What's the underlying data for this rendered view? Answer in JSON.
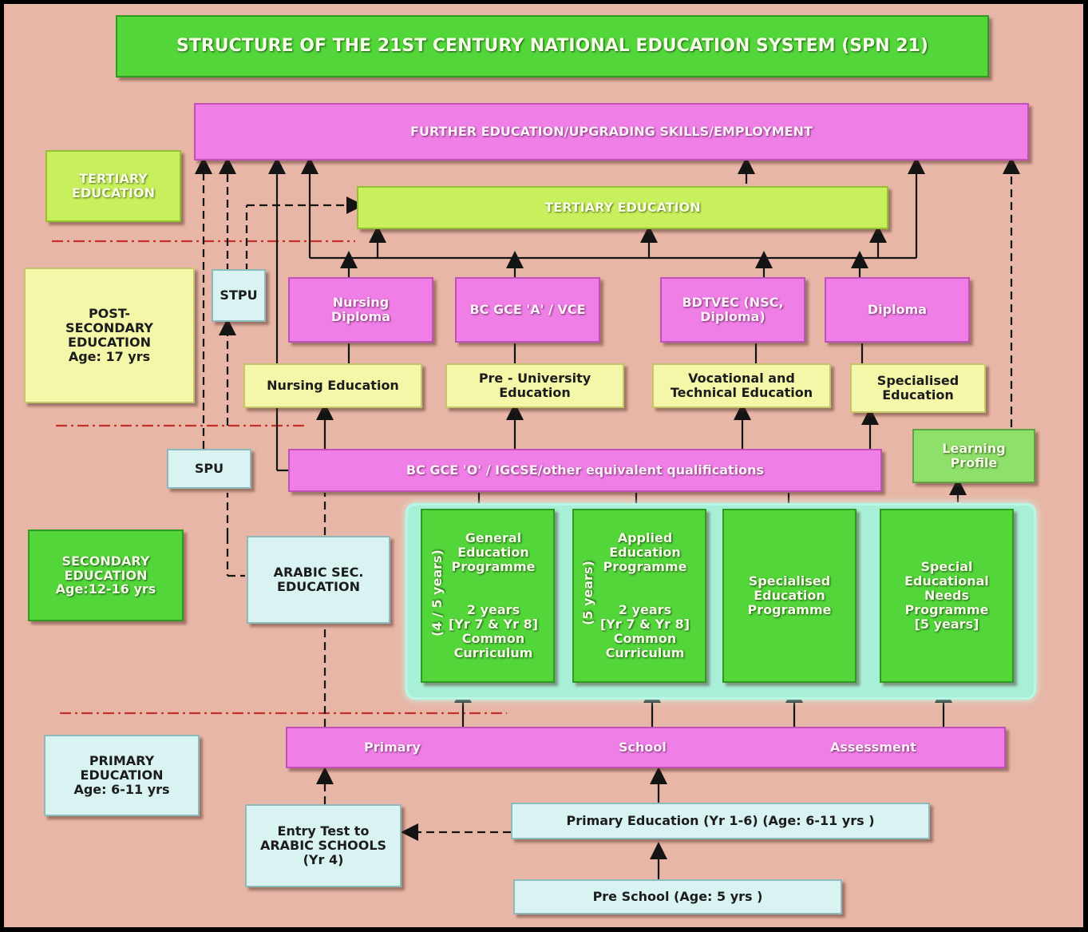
{
  "title": "STRUCTURE OF THE 21ST CENTURY NATIONAL EDUCATION SYSTEM (SPN 21)",
  "top_bar": "FURTHER EDUCATION/UPGRADING SKILLS/EMPLOYMENT",
  "tertiary_bar": "TERTIARY EDUCATION",
  "levels": {
    "tertiary": "TERTIARY\nEDUCATION",
    "post_secondary": "POST-\nSECONDARY\nEDUCATION\nAge: 17 yrs",
    "secondary": "SECONDARY\nEDUCATION\nAge:12-16 yrs",
    "primary": "PRIMARY\nEDUCATION\nAge: 6-11 yrs"
  },
  "stpu": "STPU",
  "spu": "SPU",
  "qualifications": {
    "nursing_diploma": "Nursing\nDiploma",
    "bc_gce_a": "BC GCE 'A' / VCE",
    "bdtvec": "BDTVEC (NSC,\nDiploma)",
    "diploma": "Diploma"
  },
  "programmes": {
    "nursing_education": "Nursing Education",
    "pre_university": "Pre - University\nEducation",
    "vocational": "Vocational and\nTechnical Education",
    "specialised_education": "Specialised\nEducation"
  },
  "o_level_bar": "BC GCE 'O' / IGCSE/other equivalent qualifications",
  "learning_profile": "Learning\nProfile",
  "arabic_sec": "ARABIC SEC.\nEDUCATION",
  "secondary_programmes": {
    "general": "General\nEducation\nProgramme\n\n\n2 years\n[Yr 7 & Yr 8]\nCommon\nCurriculum",
    "general_duration": "(4 / 5 years)",
    "applied": "Applied\nEducation\nProgramme\n\n\n2 years\n[Yr 7 & Yr 8]\nCommon\nCurriculum",
    "applied_duration": "(5 years)",
    "specialised": "Specialised\nEducation\nProgramme",
    "special_needs": "Special\nEducational\nNeeds\nProgramme\n[5 years]"
  },
  "primary_assessment": {
    "word1": "Primary",
    "word2": "School",
    "word3": "Assessment"
  },
  "primary_education": "Primary Education (Yr 1-6)   (Age: 6-11 yrs )",
  "entry_test": "Entry Test to\nARABIC SCHOOLS\n(Yr 4)",
  "pre_school": "Pre School (Age: 5 yrs )"
}
